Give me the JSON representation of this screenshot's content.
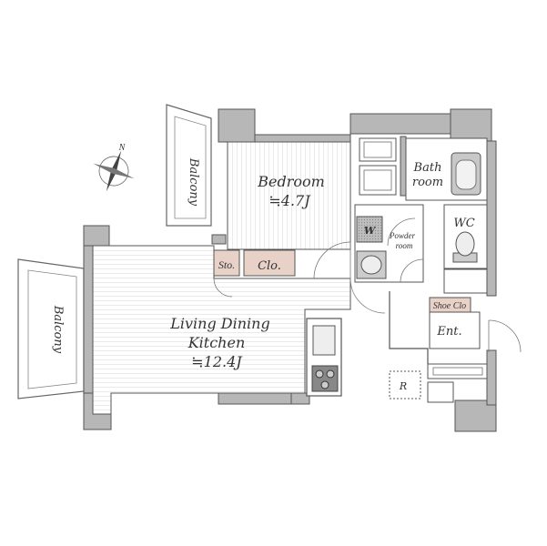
{
  "compass": {
    "north_label": "N"
  },
  "rooms": {
    "balcony_top": "Balcony",
    "balcony_left": "Balcony",
    "bedroom": "Bedroom",
    "bedroom_area": "≒4.7J",
    "bathroom_line1": "Bath",
    "bathroom_line2": "room",
    "wc": "WC",
    "washer": "W",
    "powder_line1": "Powder",
    "powder_line2": "room",
    "storage": "Sto.",
    "closet": "Clo.",
    "ldk_line1": "Living Dining",
    "ldk_line2": "Kitchen",
    "ldk_area": "≒12.4J",
    "shoe_closet": "Shoe Clo",
    "entrance": "Ent.",
    "refrigerator": "R"
  },
  "colors": {
    "wall_fill": "#b7b7b7",
    "storage_fill": "#e8d2c8",
    "washer_fill": "#b5b5b5",
    "floor_line": "#cfcfcf"
  }
}
